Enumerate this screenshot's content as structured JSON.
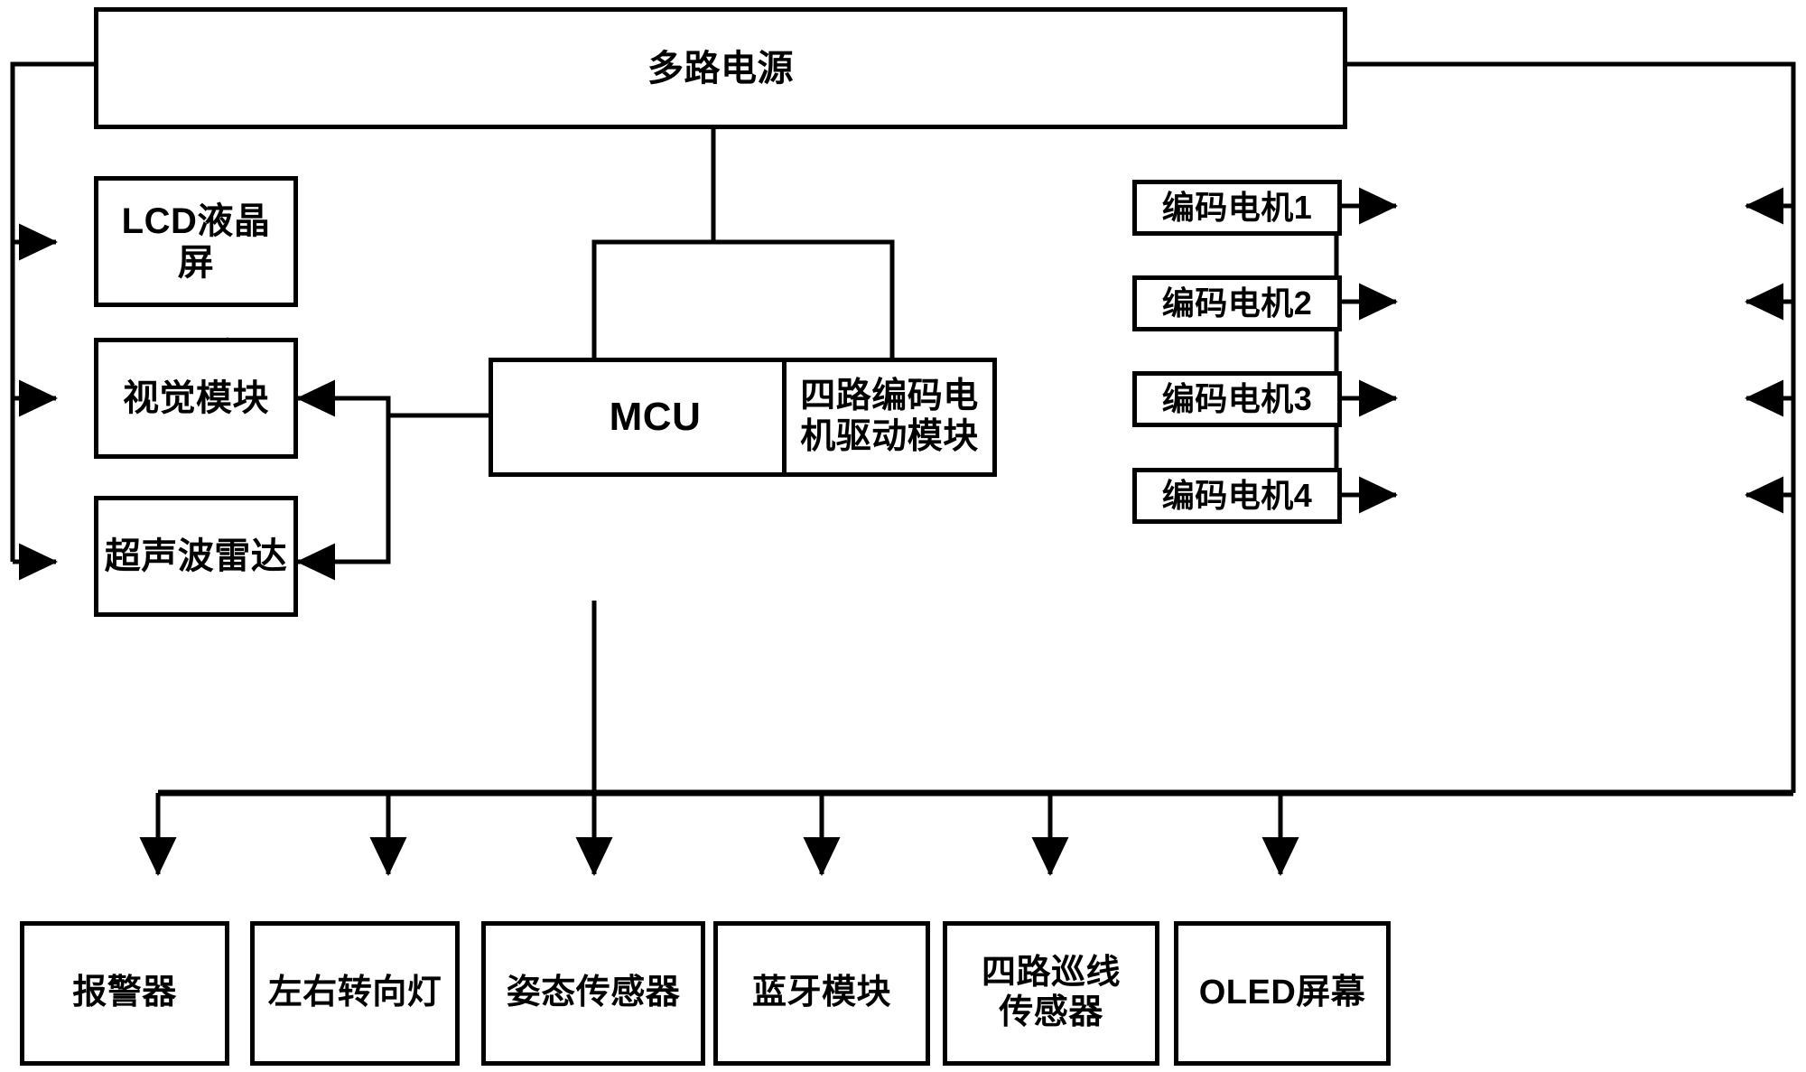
{
  "diagram": {
    "title": "多路电源",
    "type": "block-diagram",
    "stroke_color": "#000000",
    "background_color": "#ffffff",
    "nodes": {
      "power_supply": {
        "label": "多路电源"
      },
      "lcd": {
        "label": "LCD液晶屏"
      },
      "vision": {
        "label": "视觉模块"
      },
      "ultrasonic": {
        "label": "超声波雷达"
      },
      "mcu": {
        "label": "MCU"
      },
      "motor_driver": {
        "label": "四路编码电\n机驱动模块"
      },
      "motors": [
        {
          "label": "编码电机1"
        },
        {
          "label": "编码电机2"
        },
        {
          "label": "编码电机3"
        },
        {
          "label": "编码电机4"
        }
      ],
      "peripherals": [
        {
          "label": "报警器"
        },
        {
          "label": "左右转向灯"
        },
        {
          "label": "姿态传感器"
        },
        {
          "label": "蓝牙模块"
        },
        {
          "label": "四路巡线\n传感器"
        },
        {
          "label": "OLED屏幕"
        }
      ]
    },
    "connections": [
      {
        "from": "power_supply",
        "to": "lcd",
        "kind": "power"
      },
      {
        "from": "power_supply",
        "to": "vision",
        "kind": "power"
      },
      {
        "from": "power_supply",
        "to": "ultrasonic",
        "kind": "power"
      },
      {
        "from": "power_supply",
        "to": "mcu",
        "kind": "power"
      },
      {
        "from": "power_supply",
        "to": "motor_driver",
        "kind": "power"
      },
      {
        "from": "power_supply",
        "to": "编码电机1",
        "kind": "power"
      },
      {
        "from": "power_supply",
        "to": "编码电机2",
        "kind": "power"
      },
      {
        "from": "power_supply",
        "to": "编码电机3",
        "kind": "power"
      },
      {
        "from": "power_supply",
        "to": "编码电机4",
        "kind": "power"
      },
      {
        "from": "vision",
        "to": "lcd",
        "kind": "signal"
      },
      {
        "from": "mcu",
        "to": "vision",
        "kind": "signal"
      },
      {
        "from": "mcu",
        "to": "ultrasonic",
        "kind": "signal"
      },
      {
        "from": "mcu",
        "to": "motor_driver",
        "kind": "signal"
      },
      {
        "from": "motor_driver",
        "to": "编码电机1",
        "kind": "signal"
      },
      {
        "from": "motor_driver",
        "to": "编码电机2",
        "kind": "signal"
      },
      {
        "from": "motor_driver",
        "to": "编码电机3",
        "kind": "signal"
      },
      {
        "from": "motor_driver",
        "to": "编码电机4",
        "kind": "signal"
      },
      {
        "from": "mcu",
        "to": "报警器",
        "kind": "signal"
      },
      {
        "from": "mcu",
        "to": "左右转向灯",
        "kind": "signal"
      },
      {
        "from": "mcu",
        "to": "姿态传感器",
        "kind": "signal"
      },
      {
        "from": "mcu",
        "to": "蓝牙模块",
        "kind": "signal"
      },
      {
        "from": "mcu",
        "to": "四路巡线传感器",
        "kind": "signal"
      },
      {
        "from": "mcu",
        "to": "OLED屏幕",
        "kind": "signal"
      }
    ]
  }
}
